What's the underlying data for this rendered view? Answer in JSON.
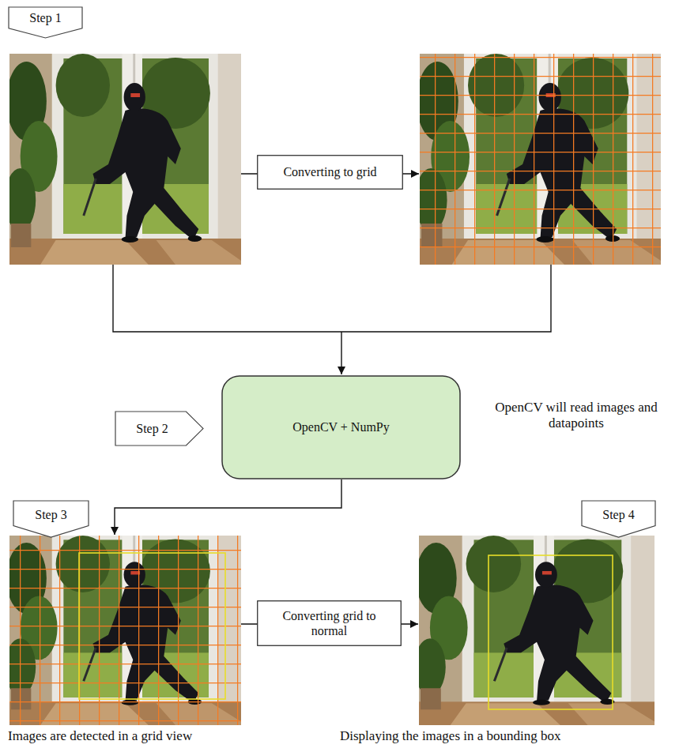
{
  "diagram": {
    "nodes": [
      {
        "text": [
          "Step 1"
        ]
      },
      {
        "text": [
          "Converting to grid"
        ]
      },
      {
        "text": [
          "Step 2"
        ]
      },
      {
        "text": [
          "OpenCV + NumPy"
        ]
      },
      {
        "text": [
          "Step 3"
        ]
      },
      {
        "text": [
          "Step 4"
        ]
      },
      {
        "text": [
          "Converting grid to normal"
        ]
      }
    ],
    "labels": [
      "OpenCV will read images and datapoints",
      "Images are detected in a grid view",
      "Displaying the images in a bounding box"
    ]
  }
}
